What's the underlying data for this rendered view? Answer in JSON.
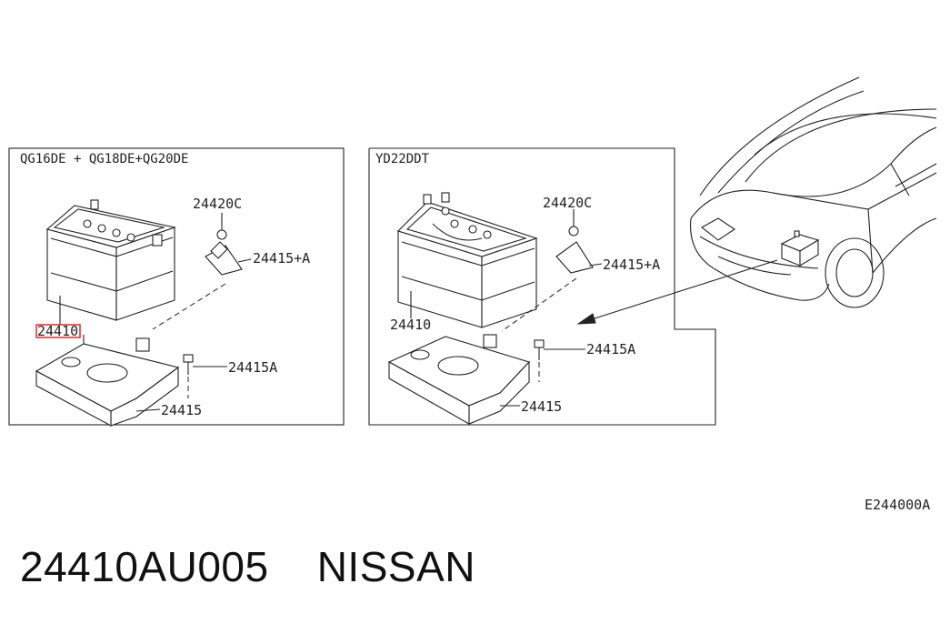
{
  "panels": {
    "left": {
      "header": "QG16DE + QG18DE+QG20DE",
      "labels": {
        "nut": "24420C",
        "clamp": "24415+A",
        "battery": "24410",
        "bolt": "24415A",
        "tray": "24415"
      }
    },
    "right": {
      "header": "YD22DDT",
      "labels": {
        "nut": "24420C",
        "clamp": "24415+A",
        "battery": "24410",
        "bolt": "24415A",
        "tray": "24415"
      }
    }
  },
  "diagram_code": "E244000A",
  "footer": {
    "part_number": "24410AU005",
    "brand": "NISSAN"
  },
  "highlight_color": "#e8262b"
}
